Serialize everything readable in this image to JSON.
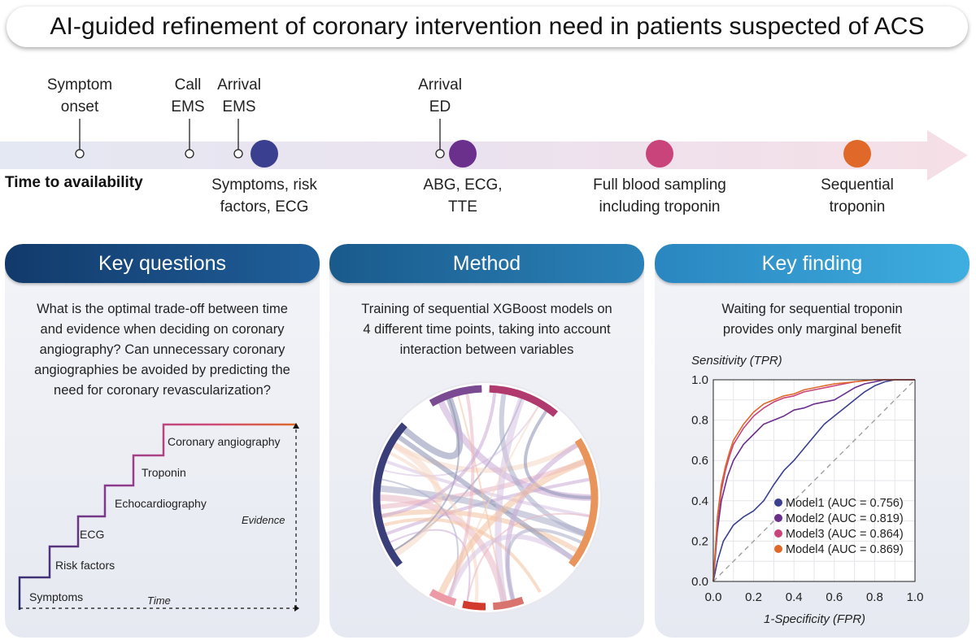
{
  "title": "AI-guided refinement of coronary intervention need in patients suspected of ACS",
  "timeline": {
    "markers": [
      {
        "line1": "Symptom",
        "line2": "onset"
      },
      {
        "line1": "Call",
        "line2": "EMS"
      },
      {
        "line1": "Arrival",
        "line2": "EMS"
      },
      {
        "line1": "Arrival",
        "line2": "ED"
      }
    ],
    "availability_label": "Time to availability",
    "stages": [
      {
        "line1": "Symptoms, risk",
        "line2": "factors, ECG",
        "color": "#3a3f8f"
      },
      {
        "line1": "ABG, ECG,",
        "line2": "TTE",
        "color": "#6b2f8c"
      },
      {
        "line1": "Full blood sampling",
        "line2": "including troponin",
        "color": "#c9447a"
      },
      {
        "line1": "Sequential",
        "line2": "troponin",
        "color": "#e0692a"
      }
    ]
  },
  "panels": {
    "questions": {
      "heading": "Key questions",
      "lines": [
        "What is the optimal trade-off between time",
        "and evidence when deciding on coronary",
        "angiography? Can unnecessary coronary",
        "angiographies be avoided by predicting the",
        "need for coronary revascularization?"
      ],
      "steps": [
        "Symptoms",
        "Risk factors",
        "ECG",
        "Echocardiography",
        "Troponin",
        "Coronary angiography"
      ],
      "axis_x": "Time",
      "axis_y": "Evidence"
    },
    "method": {
      "heading": "Method",
      "lines": [
        "Training of sequential XGBoost models on",
        "4 different time points, taking into account",
        "interaction between variables"
      ]
    },
    "finding": {
      "heading": "Key finding",
      "lines": [
        "Waiting for sequential troponin",
        "provides only marginal benefit"
      ]
    }
  },
  "chart_data": {
    "type": "line",
    "xlabel": "1-Specificity (FPR)",
    "ylabel": "Sensitivity (TPR)",
    "xlim": [
      0,
      1
    ],
    "ylim": [
      0,
      1
    ],
    "ticks": [
      "0.0",
      "0.2",
      "0.4",
      "0.6",
      "0.8",
      "1.0"
    ],
    "grid": true,
    "legend_position": "bottom-right",
    "reference_line": "diagonal",
    "series": [
      {
        "name": "Model1 (AUC = 0.756)",
        "color": "#3a3f8f",
        "points": [
          [
            0,
            0
          ],
          [
            0.02,
            0.1
          ],
          [
            0.05,
            0.2
          ],
          [
            0.1,
            0.28
          ],
          [
            0.15,
            0.32
          ],
          [
            0.2,
            0.35
          ],
          [
            0.25,
            0.4
          ],
          [
            0.3,
            0.48
          ],
          [
            0.35,
            0.55
          ],
          [
            0.4,
            0.6
          ],
          [
            0.45,
            0.66
          ],
          [
            0.5,
            0.72
          ],
          [
            0.55,
            0.78
          ],
          [
            0.6,
            0.82
          ],
          [
            0.65,
            0.86
          ],
          [
            0.7,
            0.9
          ],
          [
            0.75,
            0.94
          ],
          [
            0.8,
            0.97
          ],
          [
            0.85,
            0.99
          ],
          [
            0.9,
            1
          ],
          [
            1,
            1
          ]
        ]
      },
      {
        "name": "Model2 (AUC = 0.819)",
        "color": "#6b2f8c",
        "points": [
          [
            0,
            0
          ],
          [
            0.02,
            0.25
          ],
          [
            0.04,
            0.4
          ],
          [
            0.07,
            0.52
          ],
          [
            0.1,
            0.6
          ],
          [
            0.15,
            0.68
          ],
          [
            0.2,
            0.73
          ],
          [
            0.25,
            0.78
          ],
          [
            0.3,
            0.8
          ],
          [
            0.35,
            0.82
          ],
          [
            0.4,
            0.85
          ],
          [
            0.45,
            0.86
          ],
          [
            0.5,
            0.88
          ],
          [
            0.55,
            0.89
          ],
          [
            0.6,
            0.9
          ],
          [
            0.65,
            0.93
          ],
          [
            0.7,
            0.96
          ],
          [
            0.75,
            0.98
          ],
          [
            0.8,
            0.99
          ],
          [
            0.85,
            1
          ],
          [
            1,
            1
          ]
        ]
      },
      {
        "name": "Model3 (AUC = 0.864)",
        "color": "#c9447a",
        "points": [
          [
            0,
            0
          ],
          [
            0.02,
            0.3
          ],
          [
            0.04,
            0.45
          ],
          [
            0.06,
            0.55
          ],
          [
            0.08,
            0.62
          ],
          [
            0.1,
            0.68
          ],
          [
            0.15,
            0.76
          ],
          [
            0.2,
            0.82
          ],
          [
            0.25,
            0.86
          ],
          [
            0.3,
            0.89
          ],
          [
            0.35,
            0.91
          ],
          [
            0.4,
            0.92
          ],
          [
            0.45,
            0.94
          ],
          [
            0.5,
            0.95
          ],
          [
            0.6,
            0.97
          ],
          [
            0.7,
            0.99
          ],
          [
            0.8,
            1
          ],
          [
            1,
            1
          ]
        ]
      },
      {
        "name": "Model4 (AUC = 0.869)",
        "color": "#e0692a",
        "points": [
          [
            0,
            0
          ],
          [
            0.02,
            0.32
          ],
          [
            0.04,
            0.48
          ],
          [
            0.06,
            0.57
          ],
          [
            0.08,
            0.64
          ],
          [
            0.1,
            0.7
          ],
          [
            0.15,
            0.78
          ],
          [
            0.2,
            0.84
          ],
          [
            0.25,
            0.88
          ],
          [
            0.3,
            0.9
          ],
          [
            0.35,
            0.92
          ],
          [
            0.4,
            0.93
          ],
          [
            0.45,
            0.95
          ],
          [
            0.5,
            0.96
          ],
          [
            0.6,
            0.98
          ],
          [
            0.7,
            0.99
          ],
          [
            0.8,
            1
          ],
          [
            1,
            1
          ]
        ]
      }
    ]
  }
}
